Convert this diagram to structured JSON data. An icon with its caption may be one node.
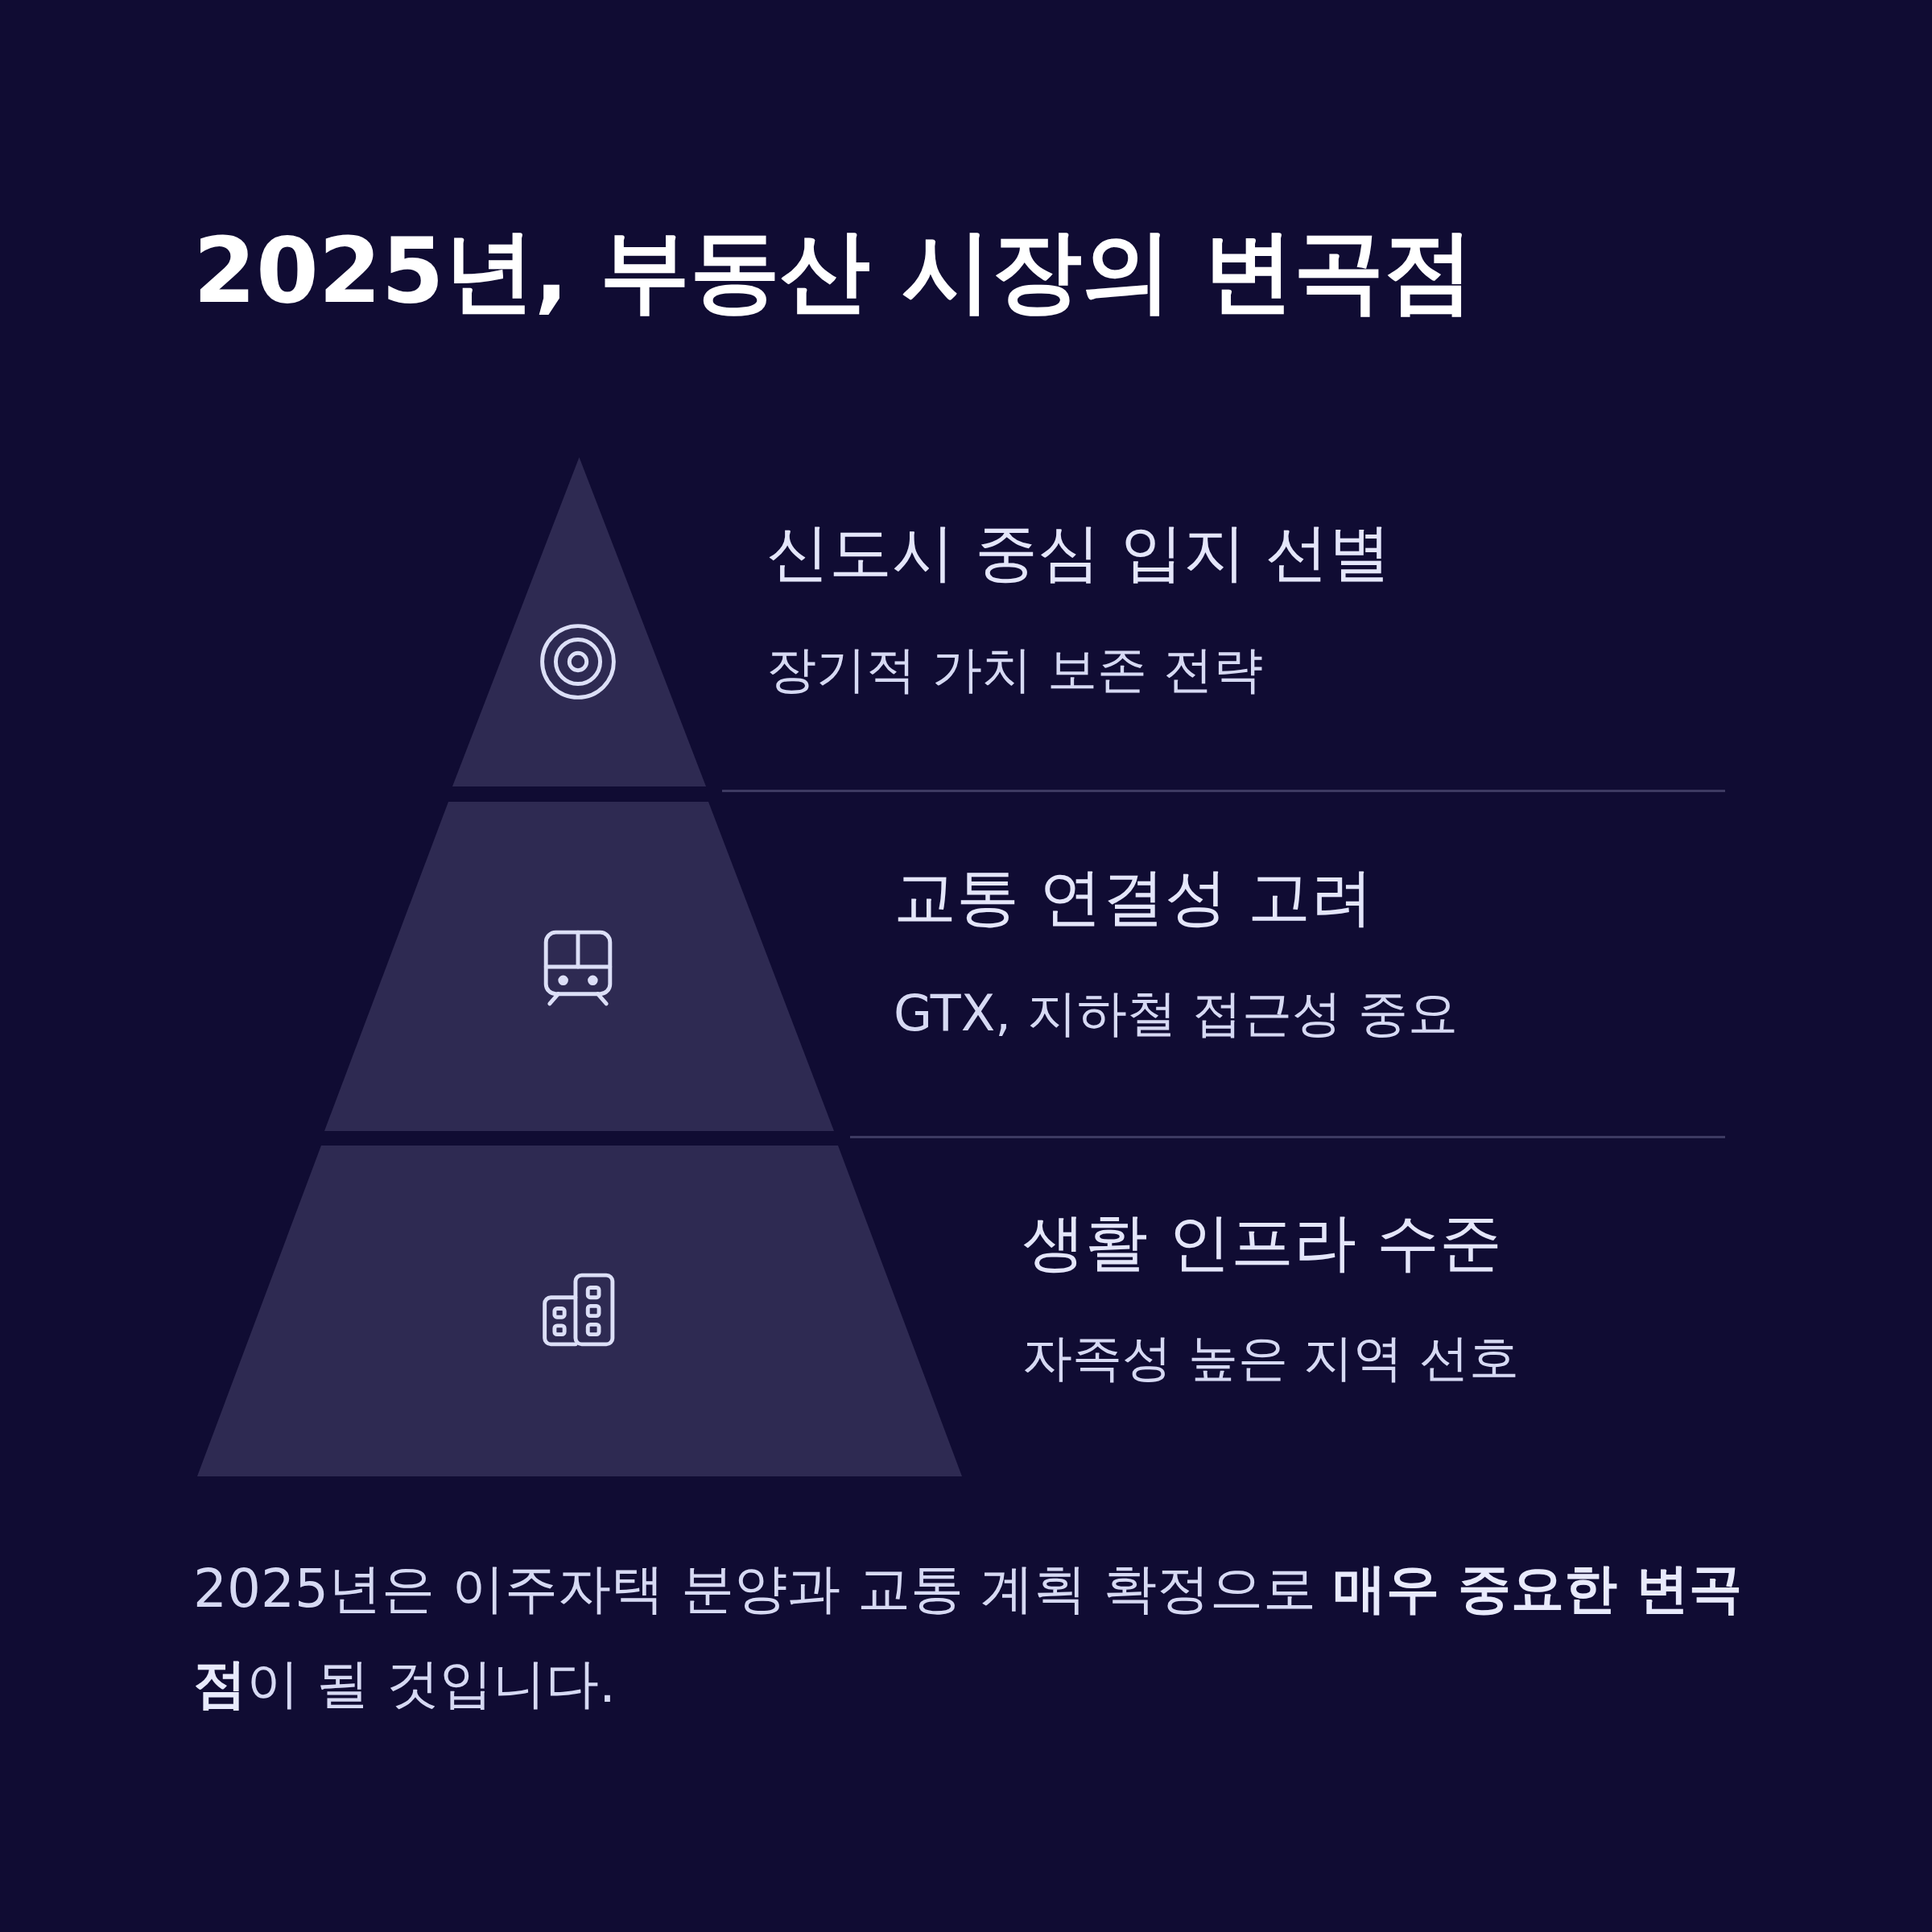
{
  "diagram": {
    "title": "2025년, 부동산 시장의 변곡점",
    "nodes": [
      {
        "text": [],
        "shape": "triangle",
        "beside": [
          "신도시 중심 입지 선별",
          "장기적 가치 보존 전략"
        ]
      },
      {
        "text": [],
        "shape": "trapezoid",
        "beside": [
          "교통 연결성 고려",
          "GTX, 지하철 접근성 중요"
        ]
      },
      {
        "text": [],
        "shape": "trapezoid",
        "beside": [
          "생활 인프라 수준",
          "자족성 높은 지역 선호"
        ]
      }
    ],
    "caption": "2025년은 이주자택 분양과 교통 계획 확정으로 **매우 중요한 변곡점**이 될 것입니다."
  }
}
